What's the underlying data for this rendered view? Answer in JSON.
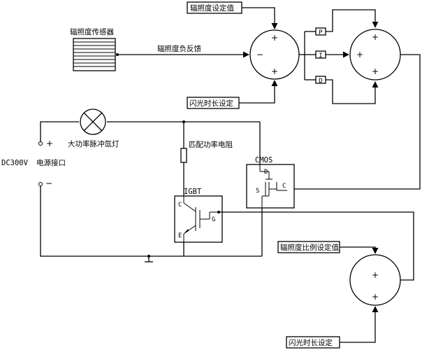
{
  "labels": {
    "irradiance_setpoint": "辐照度设定值",
    "irradiance_sensor": "辐照度传感器",
    "irradiance_negative_feedback": "辐照度负反馈",
    "flash_duration_setting_top": "闪光时长设定",
    "pulse_xenon_lamp": "大功率脉冲氙灯",
    "matching_power_resistor": "匹配功率电阻",
    "dc_voltage": "DC300V",
    "power_interface": "电源接口",
    "cmos": "CMOS",
    "igbt": "IGBT",
    "irradiance_ratio_setpoint": "辐照度比例设定值",
    "flash_duration_setting_bottom": "闪光时长设定"
  },
  "pid": {
    "p": "P",
    "i": "I",
    "d": "D"
  },
  "signs": {
    "s1_top": "+",
    "s1_left": "−",
    "s1_bottom": "+",
    "s2_top": "+",
    "s2_left": "+",
    "s2_bottom": "+",
    "s3_top": "+",
    "s3_bottom": "+",
    "dc_plus": "+",
    "dc_minus": "−"
  },
  "pins": {
    "cmos_d": "D",
    "cmos_s": "S",
    "cmos_c": "C",
    "igbt_c": "C",
    "igbt_e": "E",
    "igbt_g": "G"
  }
}
